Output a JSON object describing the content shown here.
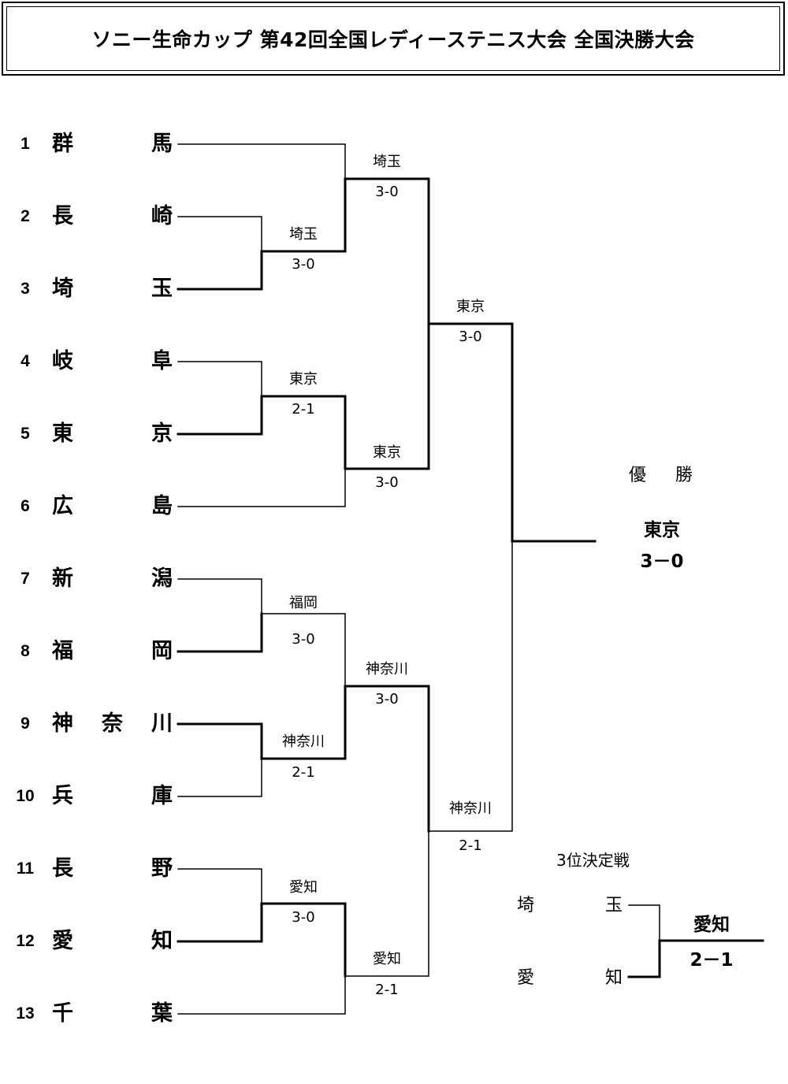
{
  "title": "ソニー生命カップ 第42回全国レディーステニス大会 全国決勝大会",
  "participants": [
    {
      "seed": "1",
      "chars": [
        "群",
        "馬"
      ]
    },
    {
      "seed": "2",
      "chars": [
        "長",
        "崎"
      ]
    },
    {
      "seed": "3",
      "chars": [
        "埼",
        "玉"
      ]
    },
    {
      "seed": "4",
      "chars": [
        "岐",
        "阜"
      ]
    },
    {
      "seed": "5",
      "chars": [
        "東",
        "京"
      ]
    },
    {
      "seed": "6",
      "chars": [
        "広",
        "島"
      ]
    },
    {
      "seed": "7",
      "chars": [
        "新",
        "潟"
      ]
    },
    {
      "seed": "8",
      "chars": [
        "福",
        "岡"
      ]
    },
    {
      "seed": "9",
      "chars": [
        "神",
        "奈",
        "川"
      ]
    },
    {
      "seed": "10",
      "chars": [
        "兵",
        "庫"
      ]
    },
    {
      "seed": "11",
      "chars": [
        "長",
        "野"
      ]
    },
    {
      "seed": "12",
      "chars": [
        "愛",
        "知"
      ]
    },
    {
      "seed": "13",
      "chars": [
        "千",
        "葉"
      ]
    }
  ],
  "matches": [
    {
      "winner": "埼玉",
      "score": "3-0"
    },
    {
      "winner": "埼玉",
      "score": "3-0"
    },
    {
      "winner": "東京",
      "score": "2-1"
    },
    {
      "winner": "東京",
      "score": "3-0"
    },
    {
      "winner": "東京",
      "score": "3-0"
    },
    {
      "winner": "福岡",
      "score": "3-0"
    },
    {
      "winner": "神奈川",
      "score": "2-1"
    },
    {
      "winner": "神奈川",
      "score": "3-0"
    },
    {
      "winner": "愛知",
      "score": "3-0"
    },
    {
      "winner": "愛知",
      "score": "2-1"
    },
    {
      "winner": "神奈川",
      "score": "2-1"
    }
  ],
  "championship": {
    "heading": [
      "優",
      "勝"
    ],
    "winner": "東京",
    "score": "3－0"
  },
  "third_place": {
    "title": "3位決定戦",
    "team1": [
      "埼",
      "玉"
    ],
    "team2": [
      "愛",
      "知"
    ],
    "winner": "愛知",
    "score": "2－1"
  }
}
